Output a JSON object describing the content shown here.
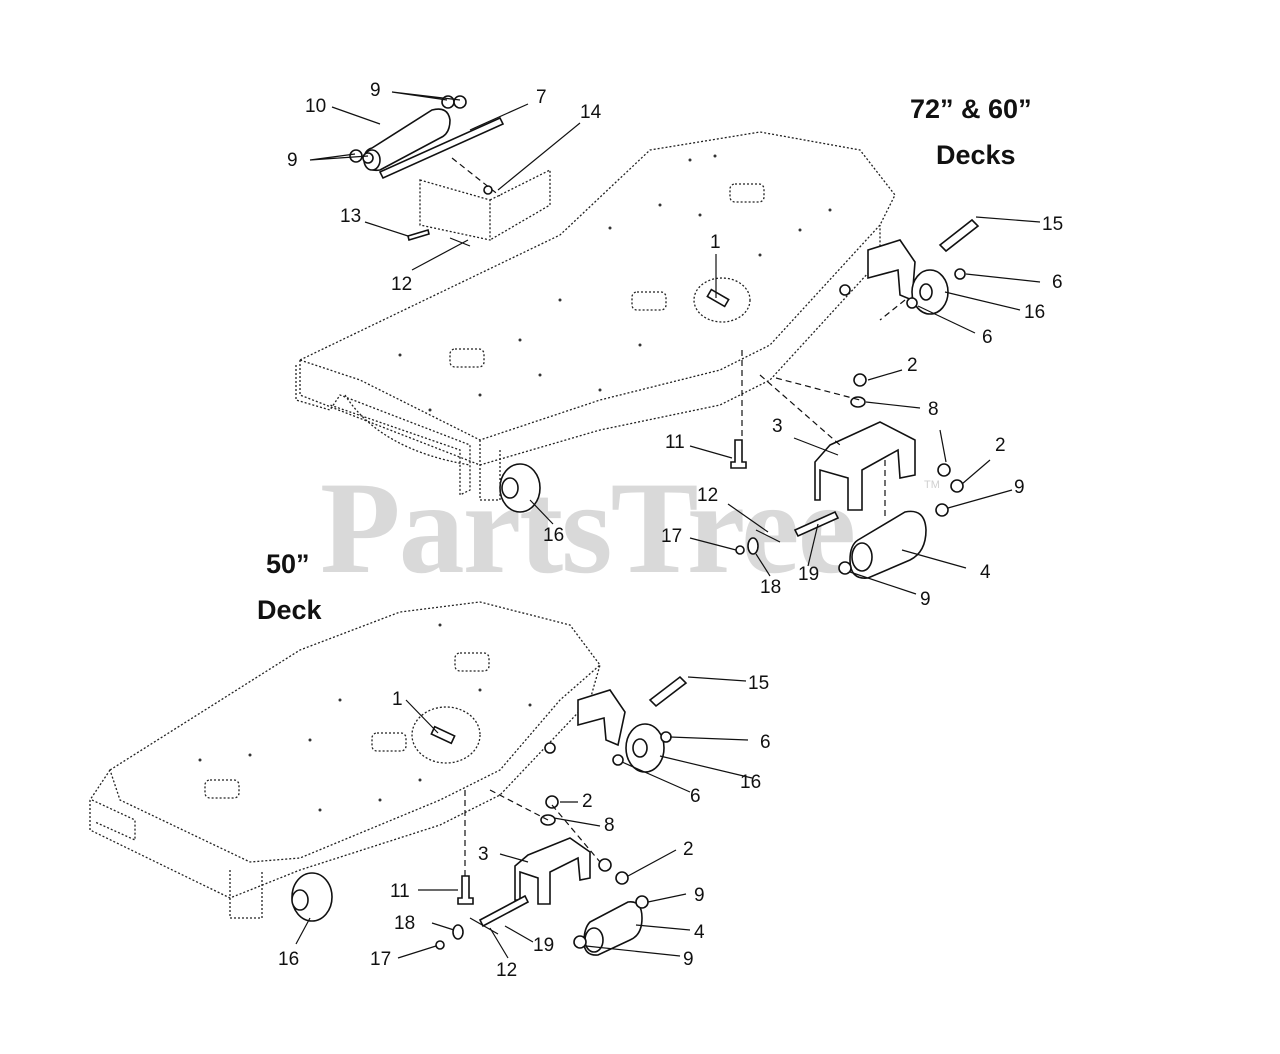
{
  "headings": {
    "top_line1": "72” & 60”",
    "top_line2": "Decks",
    "bottom_line1": "50”",
    "bottom_line2": "Deck"
  },
  "watermark": {
    "text": "PartsTree",
    "trademark": "TM"
  },
  "callouts_top": {
    "n1": "1",
    "n2a": "2",
    "n2b": "2",
    "n3": "3",
    "n4": "4",
    "n6a": "6",
    "n6b": "6",
    "n7": "7",
    "n8": "8",
    "n9a": "9",
    "n9b": "9",
    "n9c": "9",
    "n9d": "9",
    "n10": "10",
    "n11": "11",
    "n12a": "12",
    "n12b": "12",
    "n13": "13",
    "n14": "14",
    "n15": "15",
    "n16a": "16",
    "n16b": "16",
    "n17": "17",
    "n18": "18",
    "n19": "19"
  },
  "callouts_bottom": {
    "n1": "1",
    "n2a": "2",
    "n2b": "2",
    "n3": "3",
    "n4": "4",
    "n6a": "6",
    "n6b": "6",
    "n8": "8",
    "n9a": "9",
    "n9b": "9",
    "n11": "11",
    "n12": "12",
    "n15": "15",
    "n16a": "16",
    "n16b": "16",
    "n17": "17",
    "n18": "18",
    "n19": "19"
  }
}
